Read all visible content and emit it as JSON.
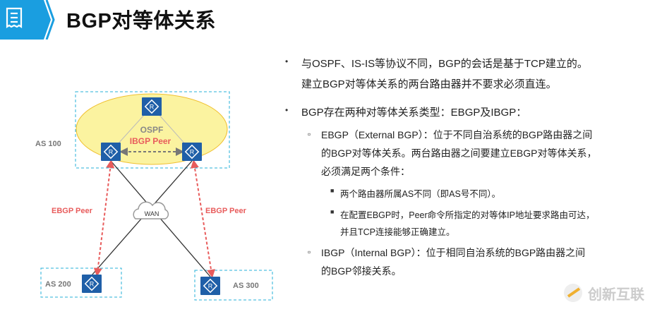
{
  "header": {
    "title": "BGP对等体关系",
    "icon": "document-icon"
  },
  "diagram": {
    "as100": "AS 100",
    "as200": "AS 200",
    "as300": "AS 300",
    "ospf": "OSPF",
    "ibgp_peer": "IBGP Peer",
    "ebgp_left": "EBGP Peer",
    "ebgp_right": "EBGP Peer",
    "wan": "WAN",
    "colors": {
      "router": "#1f5fa8",
      "ellipse": "#fbf3a0",
      "peer": "#e85c5c",
      "box": "#27b0d8"
    }
  },
  "bullets": [
    {
      "lines": [
        "与OSPF、IS-IS等协议不同，BGP的会话是基于TCP建立的。",
        "建立BGP对等体关系的两台路由器并不要求必须直连。"
      ]
    },
    {
      "lines": [
        "BGP存在两种对等体关系类型：EBGP及IBGP："
      ]
    }
  ],
  "sub": [
    {
      "lines": [
        "EBGP（External BGP）：位于不同自治系统的BGP路由器之间",
        "的BGP对等体关系。两台路由器之间要建立EBGP对等体关系，",
        "必须满足两个条件："
      ]
    },
    {
      "lines": [
        "IBGP（Internal BGP）：位于相同自治系统的BGP路由器之间",
        "的BGP邻接关系。"
      ]
    }
  ],
  "subsub": [
    {
      "lines": [
        "两个路由器所属AS不同（即AS号不同）。"
      ]
    },
    {
      "lines": [
        "在配置EBGP时，Peer命令所指定的对等体IP地址要求路由可达，",
        "并且TCP连接能够正确建立。"
      ]
    }
  ],
  "watermark": "创新互联"
}
